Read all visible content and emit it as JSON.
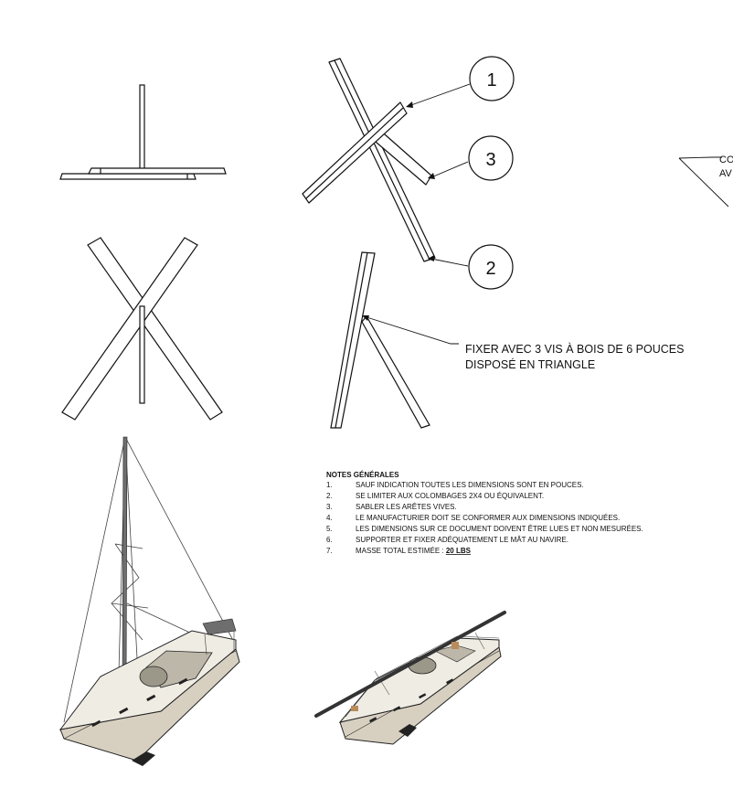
{
  "callouts": [
    {
      "label": "1"
    },
    {
      "label": "3"
    },
    {
      "label": "2"
    }
  ],
  "fixer_note": {
    "line1": "FIXER AVEC 3 VIS À BOIS DE 6 POUCES",
    "line2": "DISPOSÉ EN TRIANGLE"
  },
  "edge_note": {
    "line1": "CO",
    "line2": "AV"
  },
  "notes": {
    "title": "NOTES GÉNÉRALES",
    "items": [
      {
        "num": "1.",
        "text": "SAUF INDICATION TOUTES LES DIMENSIONS SONT EN POUCES."
      },
      {
        "num": "2.",
        "text": "SE LIMITER AUX COLOMBAGES 2X4 OU ÉQUIVALENT."
      },
      {
        "num": "3.",
        "text": "SABLER LES ARÊTES VIVES."
      },
      {
        "num": "4.",
        "text": "LE MANUFACTURIER DOIT SE CONFORMER AUX DIMENSIONS INDIQUÉES."
      },
      {
        "num": "5.",
        "text": "LES DIMENSIONS SUR CE DOCUMENT DOIVENT ÊTRE LUES ET NON MESURÉES."
      },
      {
        "num": "6.",
        "text": "SUPPORTER ET FIXER ADÉQUATEMENT LE MÂT AU NAVIRE."
      },
      {
        "num": "7.",
        "text": "MASSE TOTAL ESTIMÉE : ",
        "emph": "20 LBS"
      }
    ]
  }
}
